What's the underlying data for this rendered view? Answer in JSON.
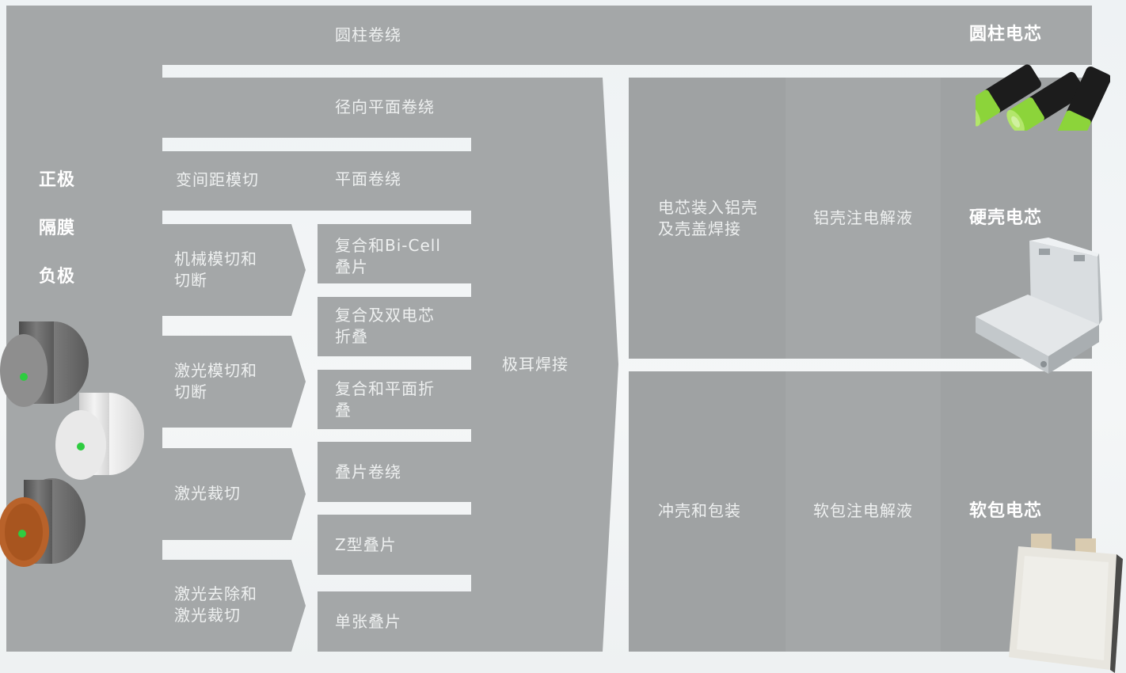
{
  "materials": [
    "正极",
    "隔膜",
    "负极"
  ],
  "cutting": [
    "变间距模切",
    "机械模切和切断",
    "激光模切和切断",
    "激光裁切",
    "激光去除和激光裁切"
  ],
  "stacking": [
    "圆柱卷绕",
    "径向平面卷绕",
    "平面卷绕",
    "复合和Bi-Cell叠片",
    "复合及双电芯折叠",
    "复合和平面折叠",
    "叠片卷绕",
    "Z型叠片",
    "单张叠片"
  ],
  "welding": "极耳焊接",
  "assembly": [
    "电芯装入铝壳及壳盖焊接",
    "冲壳和包装"
  ],
  "electrolyte": [
    "铝壳注电解液",
    "软包注电解液"
  ],
  "cell_types": [
    "圆柱电芯",
    "硬壳电芯",
    "软包电芯"
  ],
  "colors": {
    "block": "#a4a7a8",
    "label": "#eef0f0",
    "accent_green": "#7ed321",
    "copper": "#b8622a"
  }
}
